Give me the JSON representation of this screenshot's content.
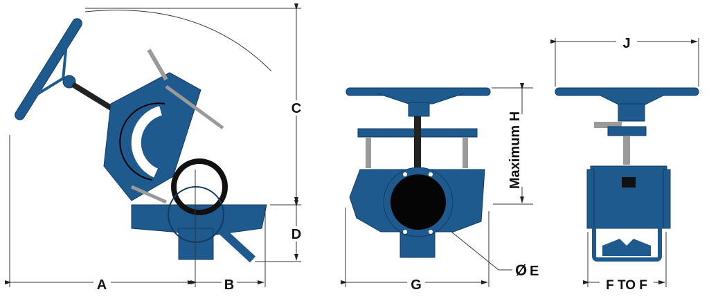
{
  "diagram": {
    "subject": "Knife gate valve with handwheel - dimension drawing",
    "views": [
      {
        "name": "side-view-tilted",
        "labels": [
          "A",
          "B",
          "C",
          "D"
        ]
      },
      {
        "name": "front-view",
        "labels": [
          "Maximum H",
          "G",
          "ØE"
        ]
      },
      {
        "name": "end-view",
        "labels": [
          "J",
          "F TO F"
        ]
      }
    ],
    "colors": {
      "body": "#1f5a8f",
      "body_dark": "#123b63",
      "stem": "#222222",
      "rod": "#9a9a9a",
      "line": "#222222"
    }
  },
  "labels": {
    "A": "A",
    "B": "B",
    "C": "C",
    "D": "D",
    "E": "E",
    "E_prefix": "Ø",
    "G": "G",
    "H": "Maximum H",
    "J": "J",
    "F": "F TO F"
  }
}
